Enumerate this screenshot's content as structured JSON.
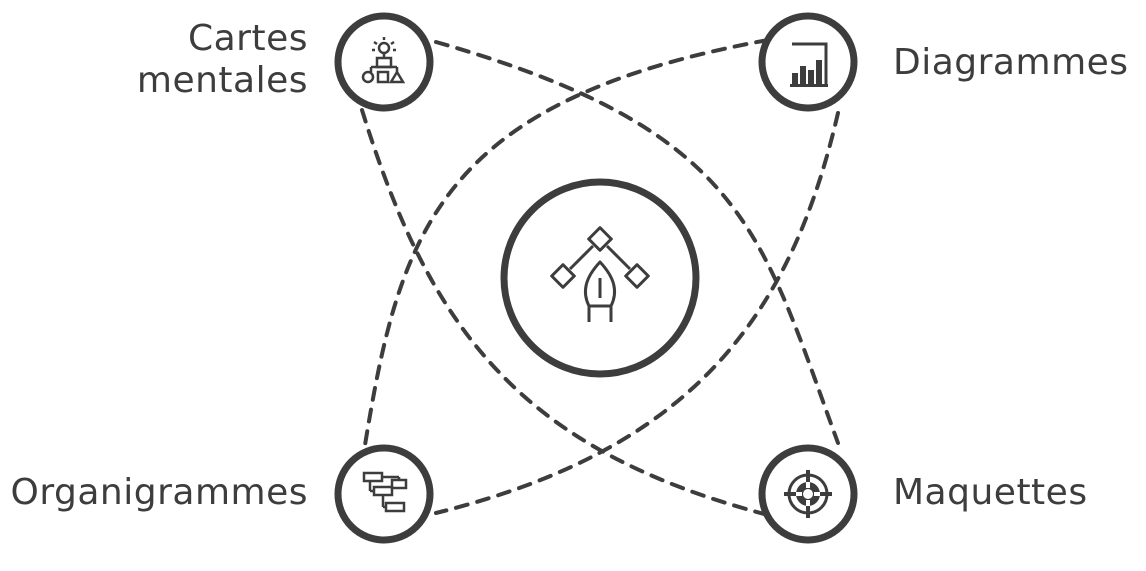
{
  "diagram": {
    "colors": {
      "stroke": "#3d3d3d",
      "background": "#ffffff"
    },
    "center": {
      "icon": "vector-pen-tool-icon"
    },
    "nodes": [
      {
        "id": "tl",
        "label": "Cartes\nmentales",
        "icon": "mind-map-icon"
      },
      {
        "id": "tr",
        "label": "Diagrammes",
        "icon": "bar-chart-icon"
      },
      {
        "id": "bl",
        "label": "Organigrammes",
        "icon": "flowchart-icon"
      },
      {
        "id": "br",
        "label": "Maquettes",
        "icon": "target-icon"
      }
    ]
  }
}
